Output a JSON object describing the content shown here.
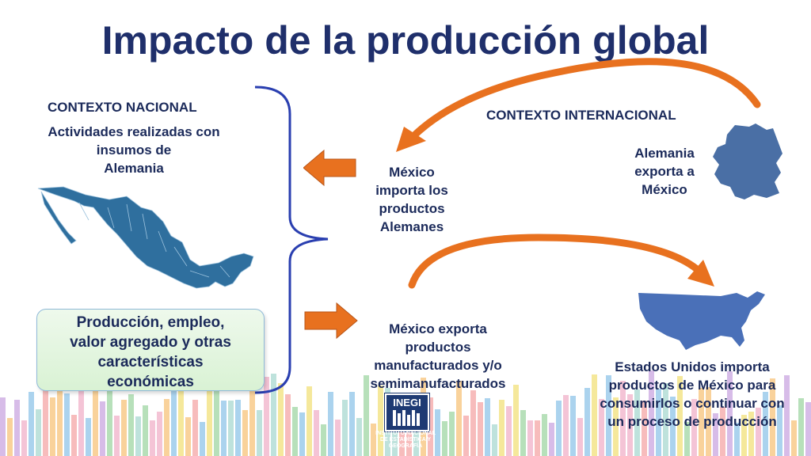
{
  "title": "Impacto de la producción global",
  "nacional": {
    "header": "CONTEXTO NACIONAL",
    "activities": "Actividades  realizadas con\ninsumos de\nAlemania"
  },
  "internacional": {
    "header": "CONTEXTO INTERNACIONAL"
  },
  "mexico_importa": "México\nimporta los\nproductos\nAlemanes",
  "alemania_exporta": "Alemania\nexporta  a\nMéxico",
  "produccion_box": "Producción, empleo,\nvalor agregado y otras\ncaracterísticas\neconómicas",
  "mexico_exporta": "México exporta\nproductos\nmanufacturados y/o\nsemimanufacturados",
  "usa_importa": "Estados Unidos importa\nproductos de México para\nconsumirlos o continuar con\nun proceso de producción",
  "logo": {
    "name": "INEGI",
    "subtitle": "INSTITUTO NACIONAL\nDE ESTADÍSTICA Y GEOGRAFÍA"
  },
  "colors": {
    "title": "#1f2f6b",
    "text": "#1b2a5a",
    "orange_arrow": "#e8711f",
    "map_blue": "#2f6f9e",
    "usa_blue": "#4a70b8",
    "brace": "#2a3fb0",
    "box_fill": "#e3f5df"
  },
  "icons": {
    "map_mexico": "mexico-map-icon",
    "map_germany": "germany-map-icon",
    "map_usa": "usa-map-icon"
  }
}
